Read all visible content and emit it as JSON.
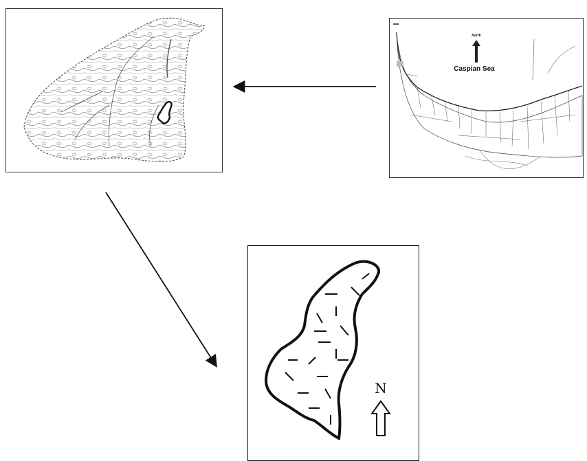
{
  "region_map": {
    "sea_label": "Caspian Sea",
    "north_label": "North"
  },
  "detail_map": {
    "north_label": "N"
  },
  "colors": {
    "line": "#111111",
    "background": "#ffffff"
  }
}
